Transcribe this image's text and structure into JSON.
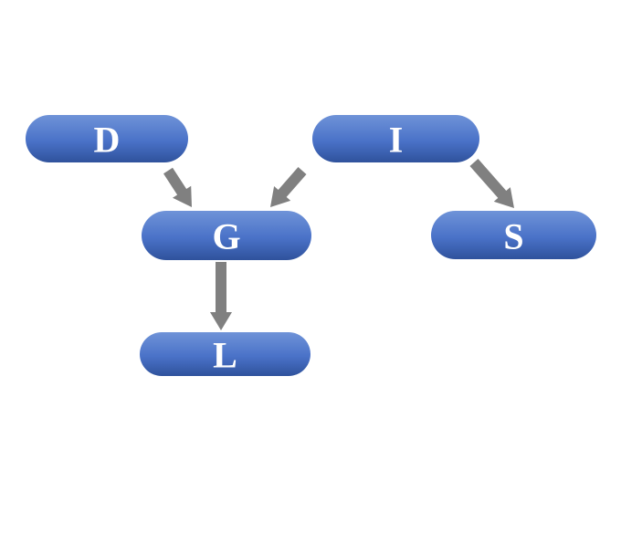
{
  "nodes": [
    {
      "id": "D",
      "label": "D"
    },
    {
      "id": "I",
      "label": "I"
    },
    {
      "id": "G",
      "label": "G"
    },
    {
      "id": "S",
      "label": "S"
    },
    {
      "id": "L",
      "label": "L"
    }
  ],
  "edges": [
    {
      "from": "D",
      "to": "G"
    },
    {
      "from": "I",
      "to": "G"
    },
    {
      "from": "I",
      "to": "S"
    },
    {
      "from": "G",
      "to": "L"
    }
  ],
  "colors": {
    "node_top": "#6f93d8",
    "node_mid": "#4a72c8",
    "node_bottom": "#2f529c",
    "arrow": "#808080",
    "label": "#ffffff"
  }
}
